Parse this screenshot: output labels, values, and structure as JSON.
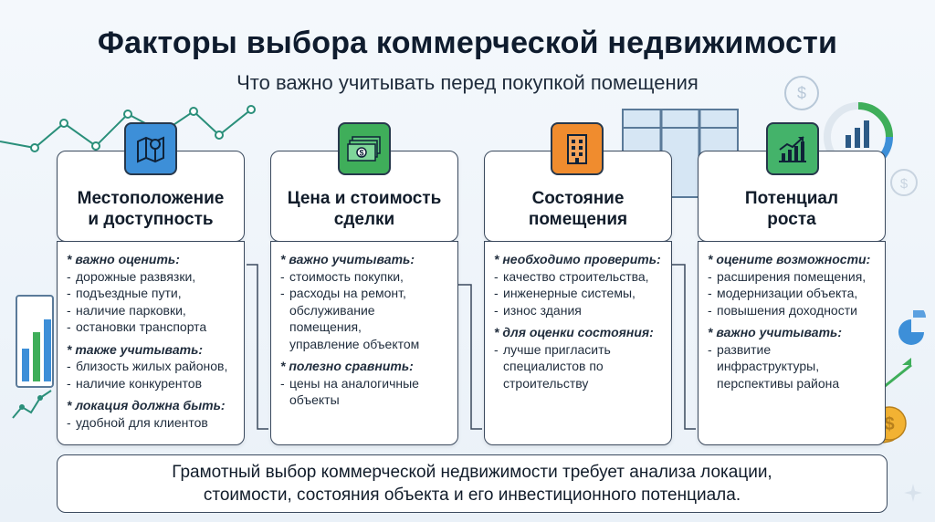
{
  "header": {
    "title": "Факторы выбора коммерческой недвижимости",
    "subtitle": "Что важно учитывать перед покупкой помещения"
  },
  "cards": [
    {
      "icon": "map-pin-icon",
      "color": "#3d8fd8",
      "title_line1": "Местоположение",
      "title_line2": "и доступность",
      "sections": [
        {
          "header": "* важно оценить:",
          "items": [
            "дорожные развязки,",
            "подъездные пути,",
            "наличие парковки,",
            "остановки транспорта"
          ]
        },
        {
          "header": "* также учитывать:",
          "items": [
            "близость жилых районов,",
            "наличие конкурентов"
          ]
        },
        {
          "header": "* локация должна быть:",
          "items": [
            "удобной для клиентов"
          ]
        }
      ]
    },
    {
      "icon": "money-icon",
      "color": "#3fae5a",
      "title_line1": "Цена и стоимость",
      "title_line2": "сделки",
      "sections": [
        {
          "header": "* важно учитывать:",
          "items": [
            "стоимость покупки,",
            "расходы на ремонт, обслуживание помещения, управление объектом"
          ]
        },
        {
          "header": "* полезно сравнить:",
          "items": [
            "цены на аналогичные объекты"
          ]
        }
      ]
    },
    {
      "icon": "building-icon",
      "color": "#f08c2e",
      "title_line1": "Состояние",
      "title_line2": "помещения",
      "sections": [
        {
          "header": "* необходимо проверить:",
          "items": [
            "качество строительства,",
            "инженерные системы,",
            "износ здания"
          ]
        },
        {
          "header": "* для оценки состояния:",
          "items": [
            "лучше пригласить специалистов по строительству"
          ]
        }
      ]
    },
    {
      "icon": "growth-chart-icon",
      "color": "#44b36a",
      "title_line1": "Потенциал",
      "title_line2": "роста",
      "sections": [
        {
          "header": "* оцените возможности:",
          "items": [
            "расширения помещения,",
            "модернизации объекта,",
            "повышения доходности"
          ]
        },
        {
          "header": "* важно учитывать:",
          "items": [
            "развитие инфраструктуры, перспективы района"
          ]
        }
      ]
    }
  ],
  "summary": {
    "line1": "Грамотный выбор коммерческой недвижимости требует анализа локации,",
    "line2": "стоимости, состояния объекта и его инвестиционного потенциала."
  }
}
